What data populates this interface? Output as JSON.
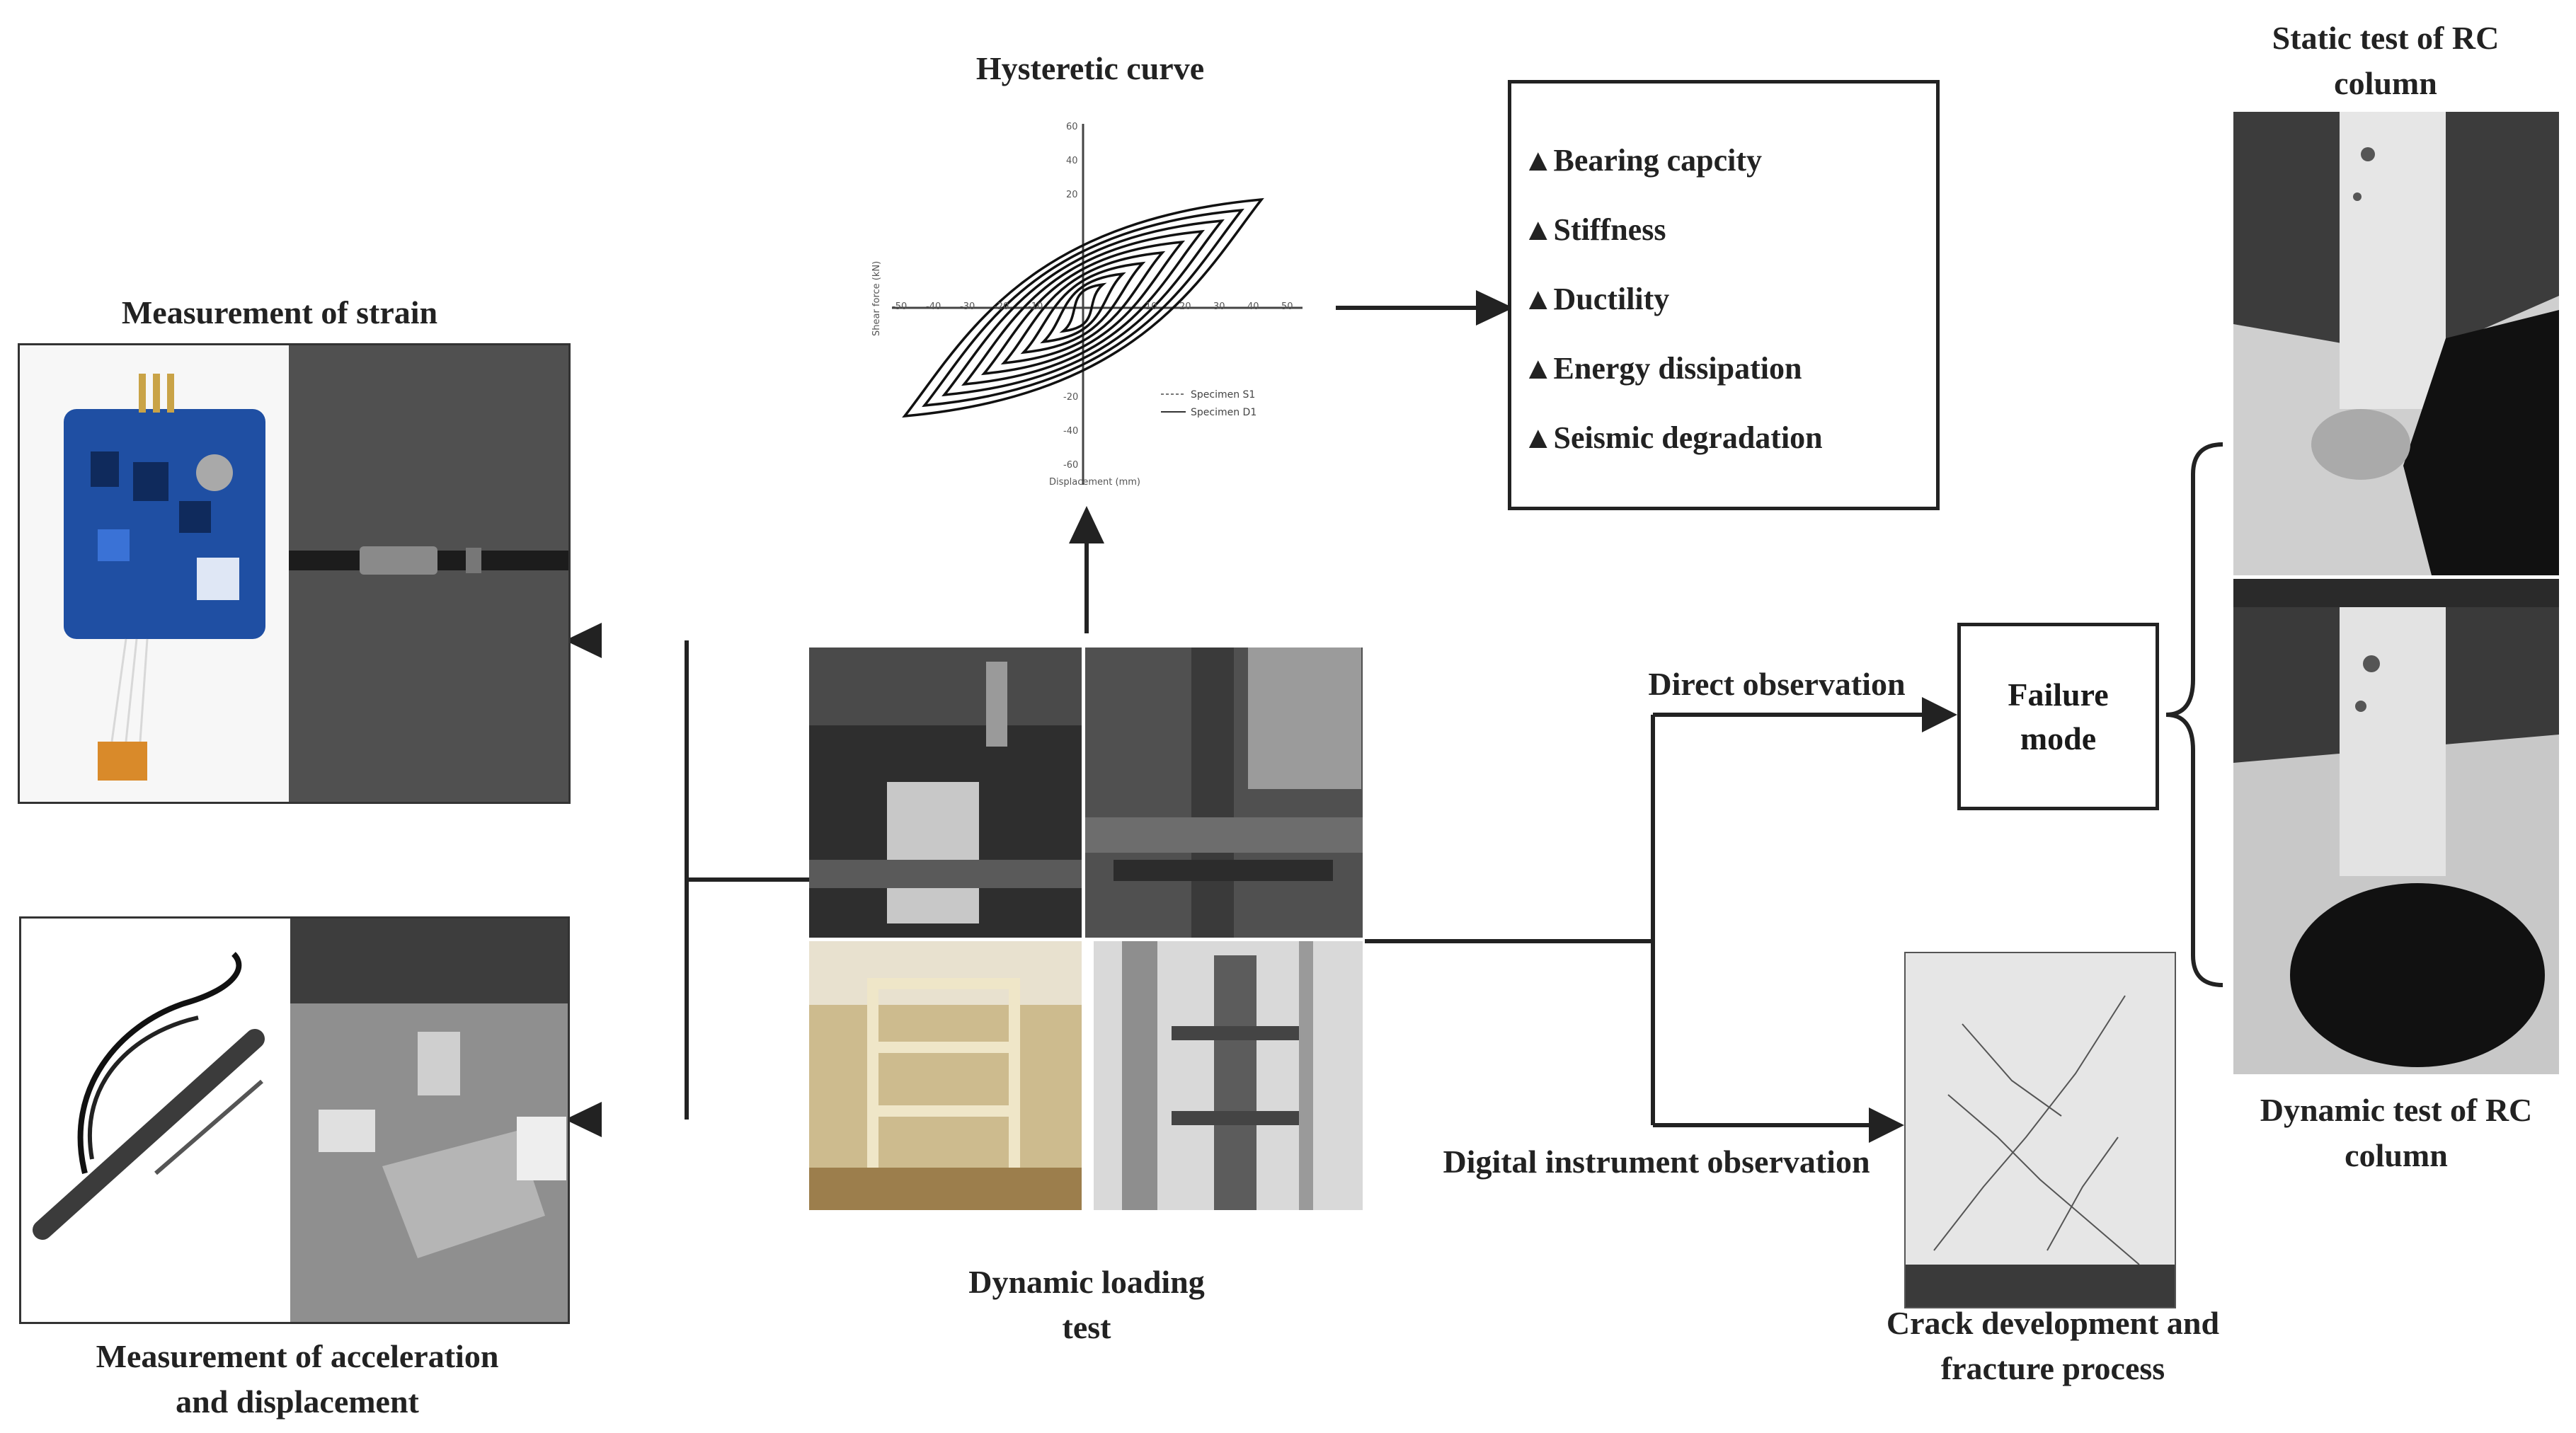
{
  "labels": {
    "hysteretic_curve": "Hysteretic curve",
    "measurement_strain": "Measurement of strain",
    "measurement_accel": [
      "Measurement of acceleration",
      "and displacement"
    ],
    "dynamic_loading": [
      "Dynamic loading",
      "test"
    ],
    "direct_observation": "Direct observation",
    "digital_observation": "Digital instrument observation",
    "crack_development": [
      "Crack development and",
      "fracture process"
    ],
    "static_test": [
      "Static test of RC",
      "column"
    ],
    "dynamic_test": [
      "Dynamic test of RC",
      "column"
    ],
    "failure_mode": [
      "Failure",
      "mode"
    ]
  },
  "properties": [
    "▲Bearing capcity",
    "▲Stiffness",
    "▲Ductility",
    "▲Energy dissipation",
    "▲Seismic degradation"
  ],
  "hysteresis_plot": {
    "x_axis_label": "Displacement (mm)",
    "y_axis_label": "Shear force (kN)",
    "x_ticks": [
      "-50",
      "-40",
      "-30",
      "-20",
      "-10",
      "10",
      "20",
      "30",
      "40",
      "50"
    ],
    "y_ticks": [
      "60",
      "40",
      "20",
      "-20",
      "-40",
      "-60"
    ],
    "legend": [
      "Specimen S1",
      "Specimen D1"
    ]
  },
  "colors": {
    "line": "#222222",
    "pcb_blue": "#1f4fa3",
    "strain_gauge": "#d98a2a"
  }
}
